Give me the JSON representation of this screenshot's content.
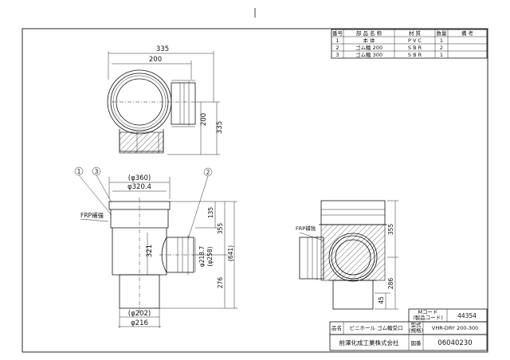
{
  "parts_table": {
    "headers": [
      "番号",
      "部 品 名 称",
      "材 質",
      "数量",
      "備 考"
    ],
    "rows": [
      [
        "1",
        "本 体",
        "P V C",
        "1",
        ""
      ],
      [
        "2",
        "ゴム輪 200",
        "S B R",
        "2",
        ""
      ],
      [
        "3",
        "ゴム輪 300",
        "S B R",
        "1",
        ""
      ]
    ]
  },
  "dimensions": {
    "top_width_total": "335",
    "top_width_inner": "200",
    "top_height_inner": "200",
    "top_height_total": "335",
    "dia_outer_top": "(φ360)",
    "dia_inner_top": "φ320.4",
    "h_135": "135",
    "h_355": "355",
    "h_641": "(641)",
    "h_321": "321",
    "h_276": "276",
    "dia_side_1": "φ218.7",
    "dia_side_2": "(φ258)",
    "dia_bottom_outer": "(φ202)",
    "dia_bottom_inner": "φ216",
    "iso_355": "355",
    "iso_286": "286",
    "iso_45": "45"
  },
  "callouts": {
    "balloon_1": "1",
    "balloon_2": "2",
    "balloon_3": "3",
    "frp_label": "FRP補強",
    "iso_label": "FRP補強"
  },
  "title_block": {
    "m_code_label": "Mコード\n(製品コード)",
    "m_code_value": "44354",
    "name_label": "品名",
    "name_value": "ビニホール ゴム輪受口",
    "model_label": "型式\n(規格)",
    "model_value": "VHR-DRY 200-300",
    "company": "前澤化成工業株式会社",
    "drawing_label": "図番",
    "drawing_value": "06040230"
  }
}
